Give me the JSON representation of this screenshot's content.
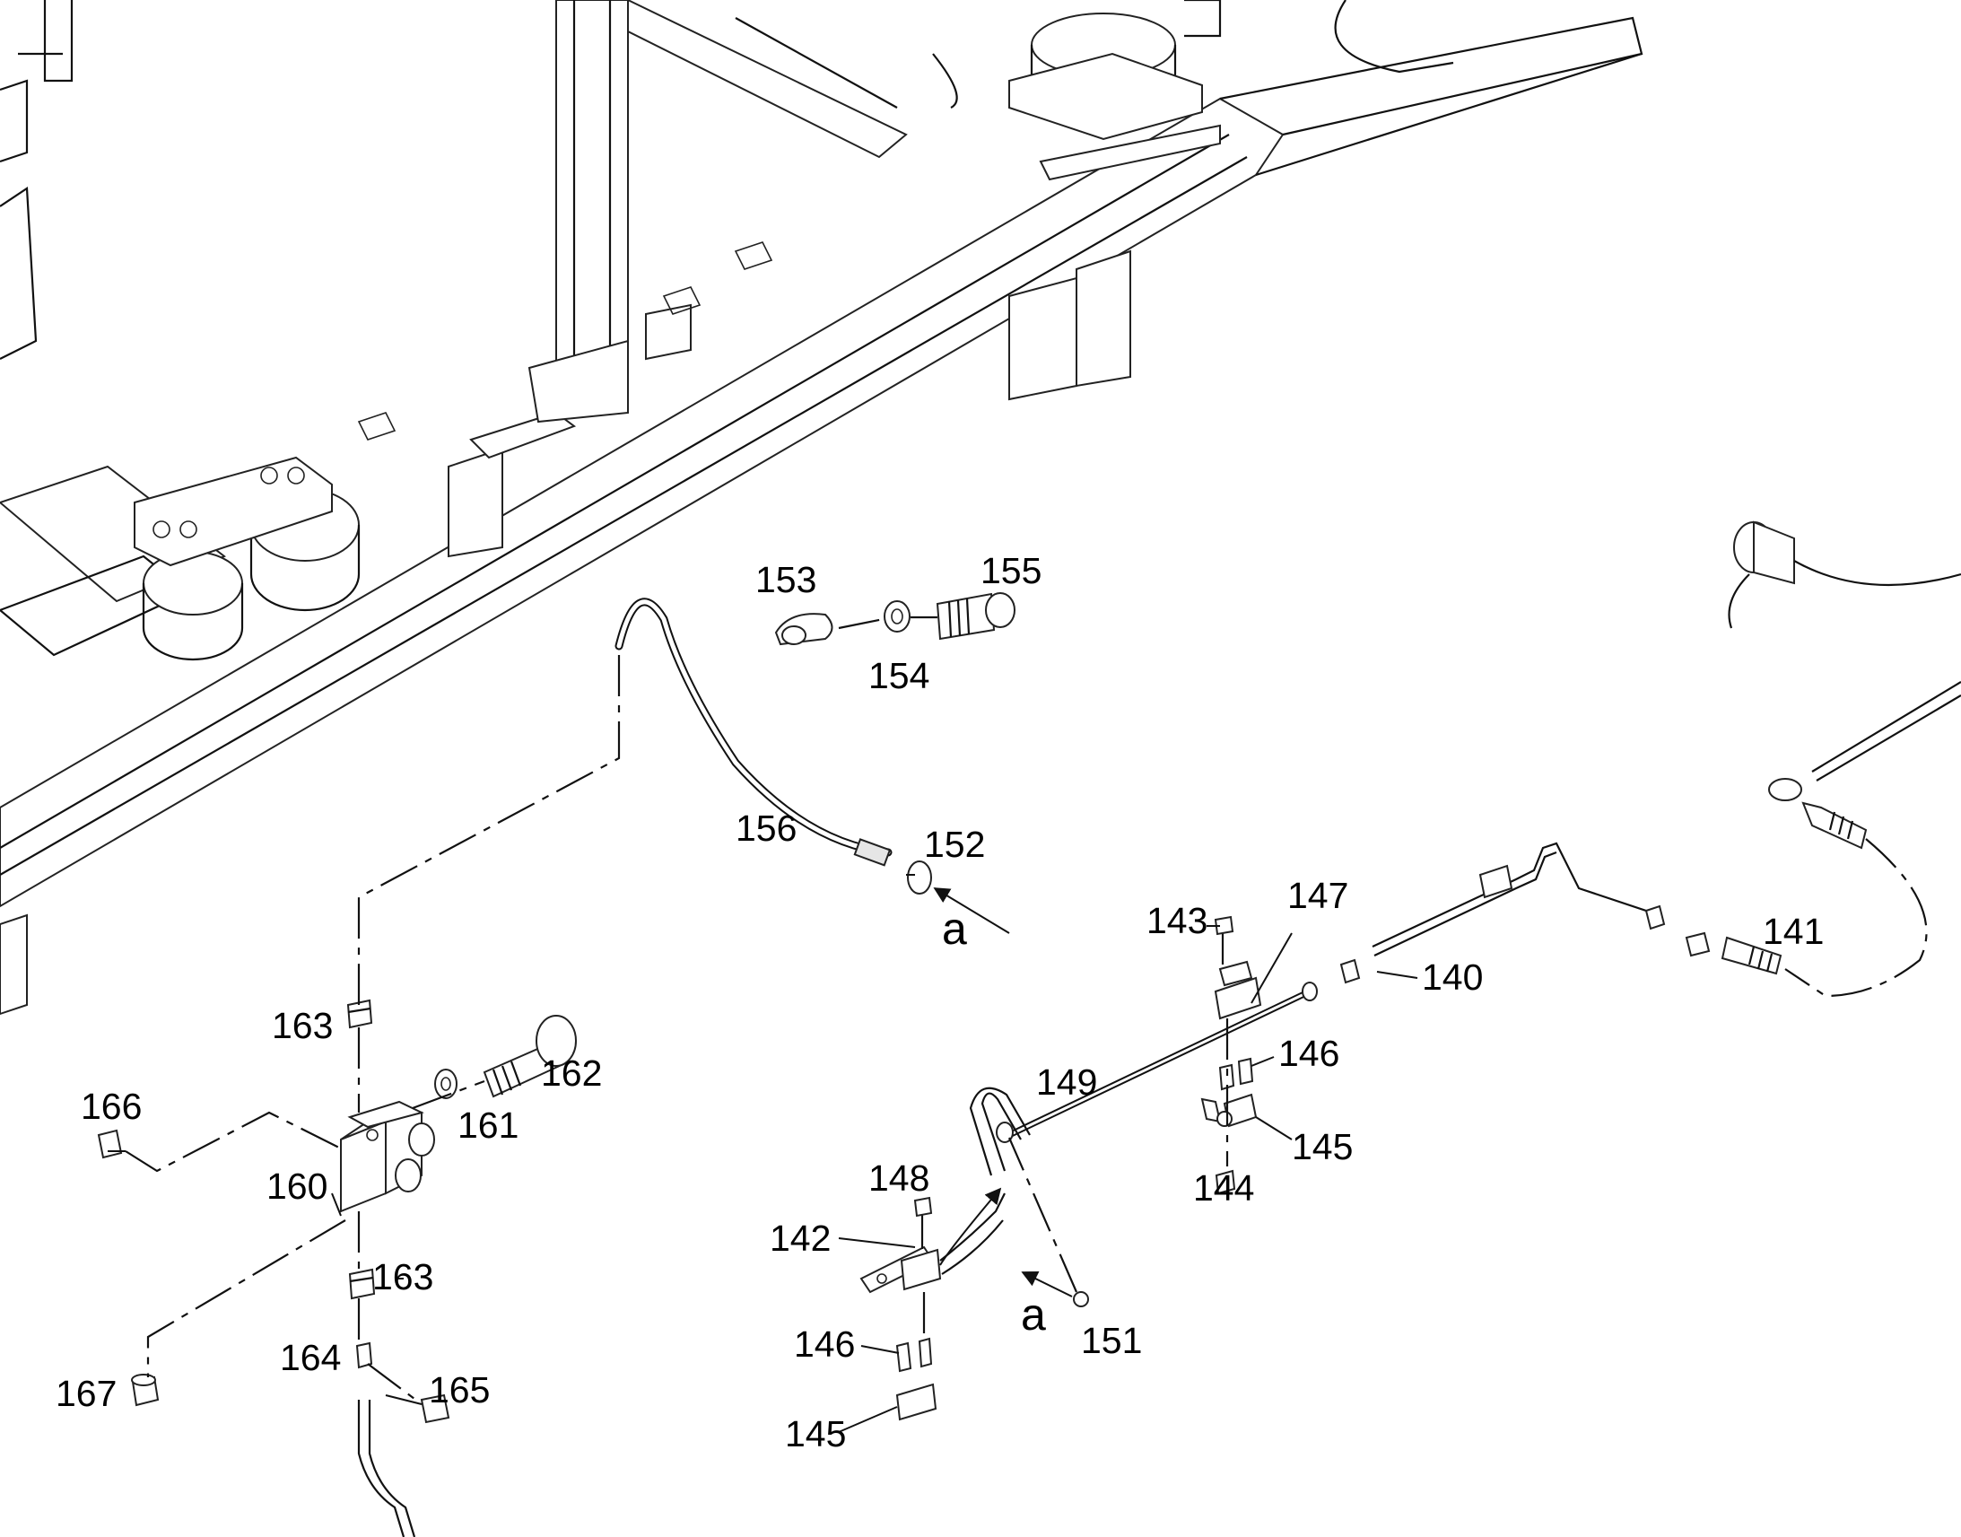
{
  "callouts": {
    "c140": "140",
    "c141": "141",
    "c142": "142",
    "c143": "143",
    "c144": "144",
    "c145a": "145",
    "c145b": "145",
    "c146a": "146",
    "c146b": "146",
    "c147": "147",
    "c148": "148",
    "c149": "149",
    "c151": "151",
    "c152": "152",
    "c153": "153",
    "c154": "154",
    "c155": "155",
    "c156": "156",
    "c160": "160",
    "c161": "161",
    "c162": "162",
    "c163a": "163",
    "c163b": "163",
    "c164": "164",
    "c165": "165",
    "c166": "166",
    "c167": "167"
  },
  "view_arrows": {
    "a1": "a",
    "a2": "a"
  },
  "colors": {
    "line": "#111111",
    "paper": "#ffffff",
    "shade": "#e6e6e6"
  }
}
